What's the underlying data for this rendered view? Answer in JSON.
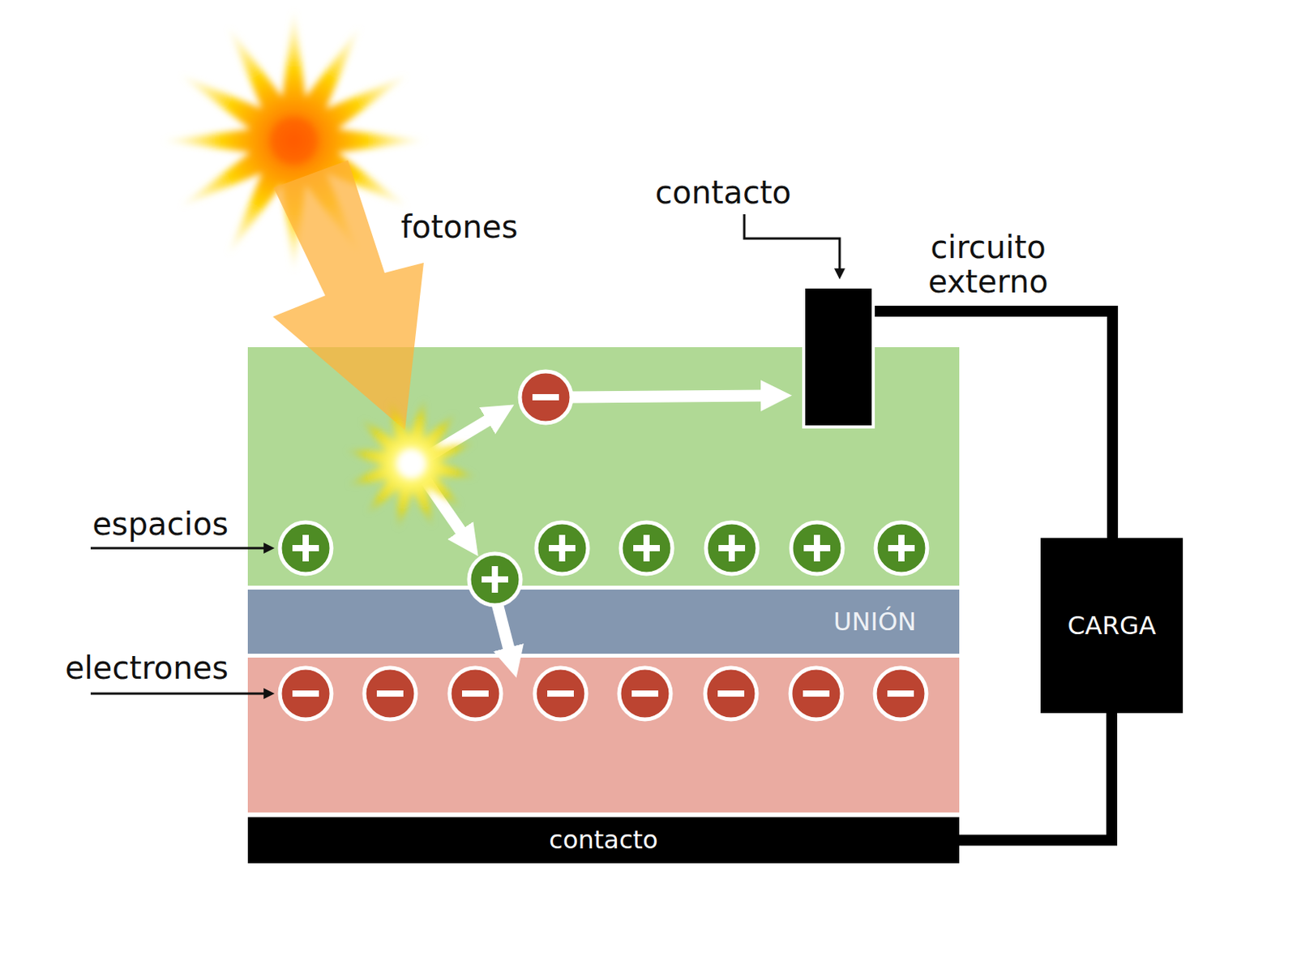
{
  "diagram": {
    "nodes": [
      {
        "text": [
          "contacto"
        ]
      },
      {
        "text": [
          "UNIÓN"
        ]
      },
      {
        "text": [
          "CARGA"
        ]
      },
      {
        "text": [
          "contacto"
        ]
      }
    ],
    "edges": [
      {
        "from": 0,
        "to": 2,
        "arrow": "none"
      },
      {
        "from": 2,
        "to": 3,
        "arrow": "none"
      }
    ],
    "labels": [
      "fotones",
      "espacios",
      "electrones",
      "circuito externo"
    ]
  }
}
